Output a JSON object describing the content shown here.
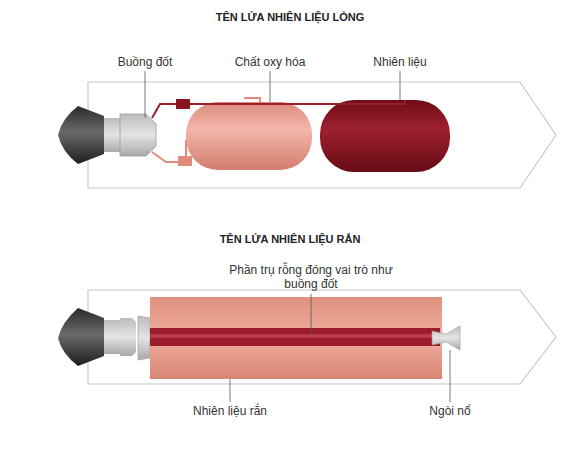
{
  "diagram": {
    "labels": [
      "TÊN LỬA NHIÊN LIỆU LỎNG",
      "Buồng đốt",
      "Chất oxy hóa",
      "Nhiên liệu",
      "TÊN LỬA NHIÊN LIỆU RẮN",
      "Phần trụ rỗng đóng vai trò như buồng đốt",
      "Nhiên liệu rắn",
      "Ngòi nổ"
    ]
  }
}
